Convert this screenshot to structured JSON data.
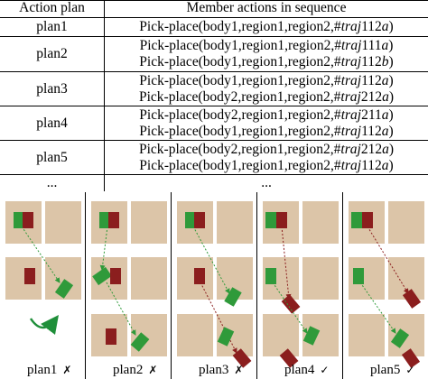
{
  "table": {
    "header": {
      "plan_col": "Action plan",
      "actions_col": "Member actions in sequence"
    },
    "rows": [
      {
        "plan": "plan1",
        "actions": [
          {
            "prefix": "Pick-place(body1,region1,region2,#",
            "traj": "traj",
            "suffix": "112",
            "end": "a",
            "close": ")"
          }
        ]
      },
      {
        "plan": "plan2",
        "actions": [
          {
            "prefix": "Pick-place(body1,region1,region2,#",
            "traj": "traj",
            "suffix": "111",
            "end": "a",
            "close": ")"
          },
          {
            "prefix": "Pick-place(body1,region1,region2,#",
            "traj": "traj",
            "suffix": "112",
            "end": "b",
            "close": ")"
          }
        ]
      },
      {
        "plan": "plan3",
        "actions": [
          {
            "prefix": "Pick-place(body1,region1,region2,#",
            "traj": "traj",
            "suffix": "112",
            "end": "a",
            "close": ")"
          },
          {
            "prefix": "Pick-place(body2,region1,region2,#",
            "traj": "traj",
            "suffix": "212",
            "end": "a",
            "close": ")"
          }
        ]
      },
      {
        "plan": "plan4",
        "actions": [
          {
            "prefix": "Pick-place(body2,region1,region2,#",
            "traj": "traj",
            "suffix": "211",
            "end": "a",
            "close": ")"
          },
          {
            "prefix": "Pick-place(body1,region1,region2,#",
            "traj": "traj",
            "suffix": "112",
            "end": "a",
            "close": ")"
          }
        ]
      },
      {
        "plan": "plan5",
        "actions": [
          {
            "prefix": "Pick-place(body2,region1,region2,#",
            "traj": "traj",
            "suffix": "212",
            "end": "a",
            "close": ")"
          },
          {
            "prefix": "Pick-place(body1,region1,region2,#",
            "traj": "traj",
            "suffix": "112",
            "end": "a",
            "close": ")"
          }
        ]
      },
      {
        "plan": "...",
        "actions": [
          {
            "prefix": "...",
            "traj": "",
            "suffix": "",
            "end": "",
            "close": ""
          }
        ]
      }
    ]
  },
  "panels": [
    {
      "label": "plan1",
      "mark": "✗"
    },
    {
      "label": "plan2",
      "mark": "✗"
    },
    {
      "label": "plan3",
      "mark": "✗"
    },
    {
      "label": "plan4",
      "mark": "✓"
    },
    {
      "label": "plan5",
      "mark": "✓"
    }
  ],
  "colors": {
    "region": "#dcc5a8",
    "body_green": "#2f9a3a",
    "body_red": "#8b1e1e",
    "arrow_green": "#2f9a3a",
    "arrow_red": "#8b1e1e",
    "rotate_arrow": "#1f8f3a"
  }
}
